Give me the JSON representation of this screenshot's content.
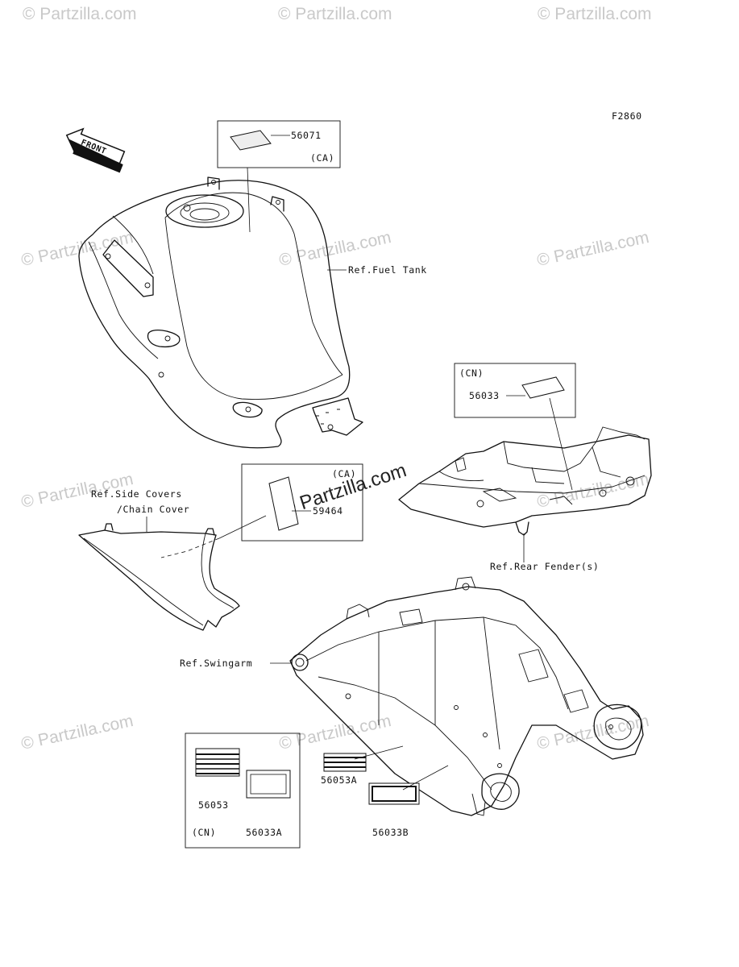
{
  "figure_code": "F2860",
  "front_arrow": {
    "label": "FRONT",
    "icon": "front-direction-arrow"
  },
  "watermark": {
    "text": "© Partzilla.com",
    "color": "#c9c9c9"
  },
  "callouts": {
    "p56071": {
      "number": "56071",
      "region": "(CA)"
    },
    "fuel_tank": {
      "ref": "Ref.Fuel Tank"
    },
    "p56033": {
      "number": "56033",
      "region": "(CN)"
    },
    "side_covers": {
      "ref_line1": "Ref.Side Covers",
      "ref_line2": "/Chain Cover"
    },
    "p59464": {
      "number": "59464",
      "region": "(CA)"
    },
    "rear_fender": {
      "ref": "Ref.Rear Fender(s)"
    },
    "swingarm": {
      "ref": "Ref.Swingarm"
    },
    "p56053": {
      "number": "56053"
    },
    "p56033A": {
      "number": "56033A"
    },
    "kit_region": {
      "region": "(CN)"
    },
    "p56053A": {
      "number": "56053A"
    },
    "p56033B": {
      "number": "56033B"
    }
  }
}
